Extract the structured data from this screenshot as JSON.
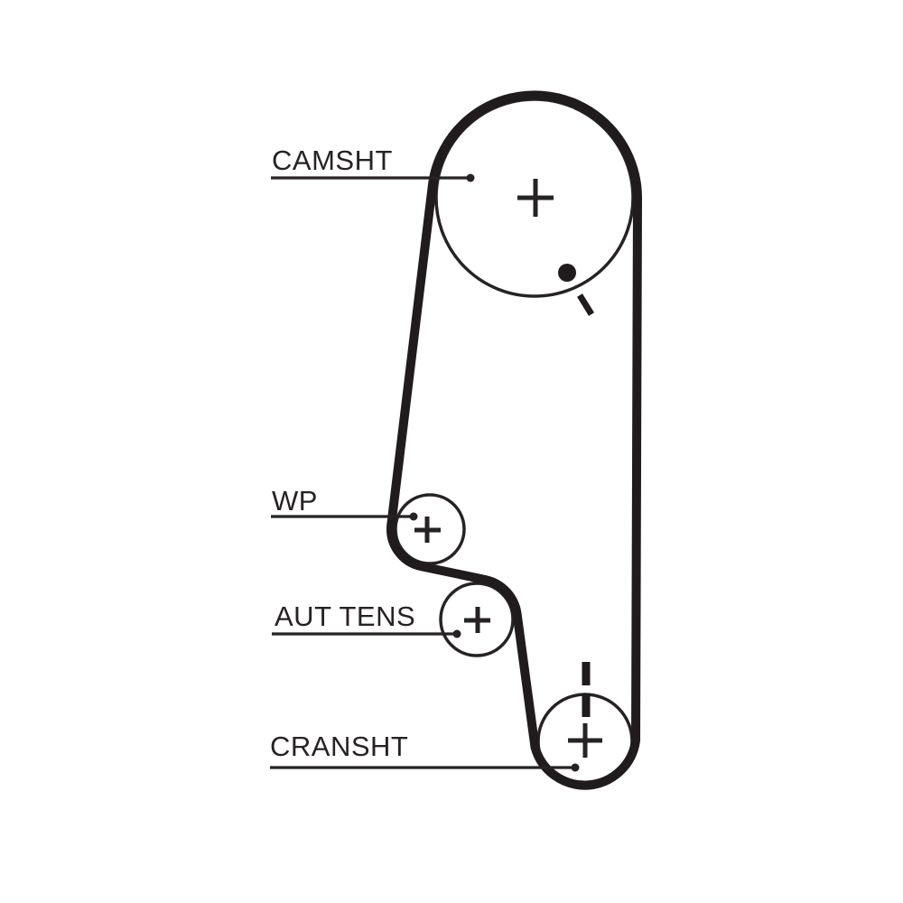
{
  "diagram": {
    "kind": "timing-belt-routing-diagram",
    "background_color": "#ffffff",
    "line_color": "#272223",
    "belt_color": "#201b1c",
    "pulleys": [
      {
        "id": "camshaft",
        "label": "CAMSHT"
      },
      {
        "id": "water-pump",
        "label": "WP"
      },
      {
        "id": "automatic-tensioner",
        "label": "AUT TENS"
      },
      {
        "id": "crankshaft",
        "label": "CRANSHT"
      }
    ],
    "timing_marks": [
      {
        "id": "camshaft-alignment-dot",
        "shape": "filled-dot"
      },
      {
        "id": "camshaft-alignment-tick",
        "shape": "diagonal-tick"
      },
      {
        "id": "crankshaft-alignment-bar",
        "shape": "vertical-dashed-bar"
      }
    ]
  }
}
